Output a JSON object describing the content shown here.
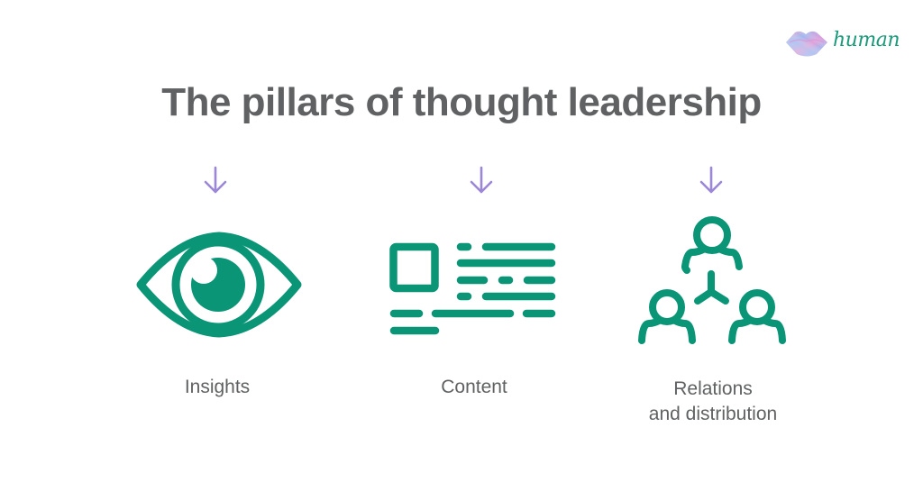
{
  "brand": {
    "wordmark": "human",
    "logo_icon": "lips-icon",
    "colors": {
      "wordmark": "#1a9a7a",
      "logo_gradient": [
        "#f2a7d0",
        "#9fb8ee",
        "#c79ae6",
        "#e9a5cf"
      ]
    }
  },
  "title": "The pillars of thought leadership",
  "colors": {
    "title_text": "#5f6162",
    "label_text": "#5f6162",
    "icon_green": "#0a9577",
    "arrow_purple": "#9b87d6",
    "background": "#ffffff"
  },
  "pillars": [
    {
      "label_line1": "Insights",
      "label_line2": "",
      "icon": "eye-icon",
      "arrow_icon": "arrow-down-icon"
    },
    {
      "label_line1": "Content",
      "label_line2": "",
      "icon": "document-text-icon",
      "arrow_icon": "arrow-down-icon"
    },
    {
      "label_line1": "Relations",
      "label_line2": "and distribution",
      "icon": "people-network-icon",
      "arrow_icon": "arrow-down-icon"
    }
  ]
}
